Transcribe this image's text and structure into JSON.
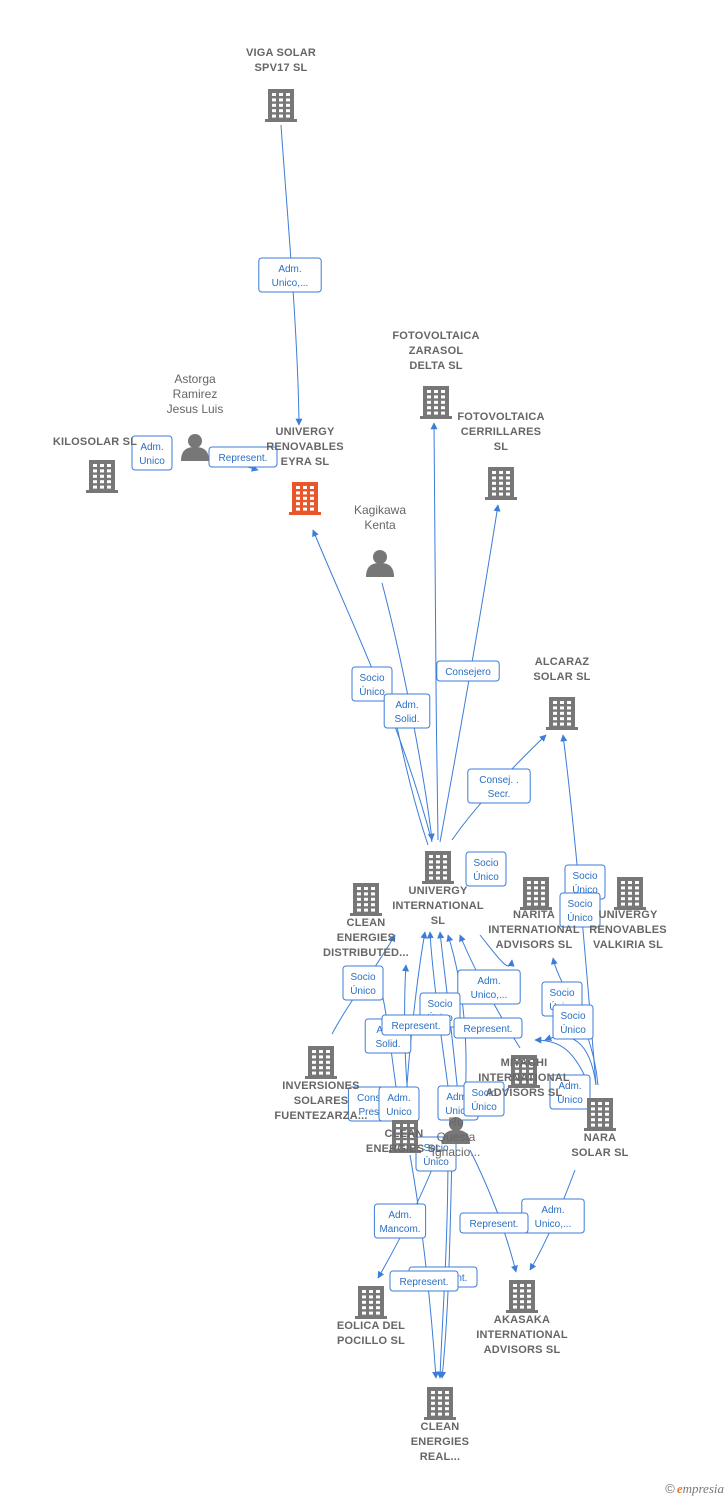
{
  "colors": {
    "edge": "#3b7dd8",
    "company": "#777777",
    "focus": "#e8562a",
    "person": "#777777"
  },
  "nodes": [
    {
      "id": "viga",
      "kind": "company",
      "label": [
        "VIGA SOLAR",
        "SPV17 SL"
      ]
    },
    {
      "id": "univergy_eyra",
      "kind": "focus",
      "label": [
        "UNIVERGY",
        "RENOVABLES",
        "EYRA SL"
      ]
    },
    {
      "id": "astorga",
      "kind": "person",
      "label": [
        "Astorga",
        "Ramirez",
        "Jesus Luis"
      ]
    },
    {
      "id": "kilosolar",
      "kind": "company",
      "label": [
        "KILOSOLAR SL"
      ]
    },
    {
      "id": "fv_zarasol",
      "kind": "company",
      "label": [
        "FOTOVOLTAICA",
        "ZARASOL",
        "DELTA SL"
      ]
    },
    {
      "id": "fv_cerrillares",
      "kind": "company",
      "label": [
        "FOTOVOLTAICA",
        "CERRILLARES",
        "SL"
      ]
    },
    {
      "id": "kagikawa",
      "kind": "person",
      "label": [
        "Kagikawa",
        "Kenta"
      ]
    },
    {
      "id": "alcaraz",
      "kind": "company",
      "label": [
        "ALCARAZ",
        "SOLAR SL"
      ]
    },
    {
      "id": "univergy_int",
      "kind": "company",
      "label": [
        "UNIVERGY",
        "INTERNATIONAL",
        "SL"
      ]
    },
    {
      "id": "clean_distributed",
      "kind": "company",
      "label": [
        "CLEAN",
        "ENERGIES",
        "DISTRIBUTED..."
      ]
    },
    {
      "id": "narita",
      "kind": "company",
      "label": [
        "NARITA",
        "INTERNATIONAL",
        "ADVISORS SL"
      ]
    },
    {
      "id": "valkiria",
      "kind": "company",
      "label": [
        "UNIVERGY",
        "RENOVABLES",
        "VALKIRIA SL"
      ]
    },
    {
      "id": "inversiones",
      "kind": "company",
      "label": [
        "INVERSIONES",
        "SOLARES",
        "FUENTEZARZA..."
      ]
    },
    {
      "id": "miyachi",
      "kind": "company",
      "label": [
        "MIYACHI",
        "INTERNATIONAL",
        "ADVISORS SL"
      ]
    },
    {
      "id": "nara",
      "kind": "company",
      "label": [
        "NARA",
        "SOLAR SL"
      ]
    },
    {
      "id": "clean_energies",
      "kind": "company",
      "label": [
        "CLEAN",
        "ENERGIES SL"
      ]
    },
    {
      "id": "questa",
      "kind": "person",
      "label": [
        "Ro",
        "Questa",
        "Ignacio..."
      ]
    },
    {
      "id": "eolica",
      "kind": "company",
      "label": [
        "EOLICA DEL",
        "POCILLO SL"
      ]
    },
    {
      "id": "akasaka",
      "kind": "company",
      "label": [
        "AKASAKA",
        "INTERNATIONAL",
        "ADVISORS SL"
      ]
    },
    {
      "id": "clean_real",
      "kind": "company",
      "label": [
        "CLEAN",
        "ENERGIES",
        "REAL..."
      ]
    }
  ],
  "edges": [
    {
      "from": "univergy_eyra",
      "to": "viga",
      "label": [
        "Adm.",
        "Unico,..."
      ]
    },
    {
      "from": "kilosolar",
      "to": "univergy_eyra",
      "label": [
        "Adm.",
        "Unico"
      ]
    },
    {
      "from": "astorga",
      "to": "univergy_eyra",
      "label": [
        "Represent."
      ]
    },
    {
      "from": "univergy_int",
      "to": "univergy_eyra",
      "label": [
        "Socio",
        "Único"
      ]
    },
    {
      "from": "univergy_int",
      "to": "univergy_eyra",
      "label": [
        "Adm.",
        "Solid."
      ]
    },
    {
      "from": "kagikawa",
      "to": "univergy_int",
      "label": []
    },
    {
      "from": "univergy_int",
      "to": "fv_zarasol",
      "label": [
        "Consejero"
      ]
    },
    {
      "from": "univergy_int",
      "to": "fv_cerrillares",
      "label": [
        "Consej. .",
        "Secr."
      ]
    },
    {
      "from": "univergy_int",
      "to": "alcaraz",
      "label": [
        "Socio",
        "Único"
      ]
    },
    {
      "from": "nara",
      "to": "alcaraz",
      "label": [
        "Socio",
        "Único"
      ]
    },
    {
      "from": "univergy_int",
      "to": "univergy_int",
      "label": [
        "Socio",
        "Único"
      ]
    },
    {
      "from": "nara",
      "to": "narita",
      "label": [
        "Adm.",
        "Unico,..."
      ]
    },
    {
      "from": "univergy_int",
      "to": "narita",
      "label": [
        "Socio",
        "Único"
      ]
    },
    {
      "from": "nara",
      "to": "miyachi",
      "label": [
        "Socio",
        "Único"
      ]
    },
    {
      "from": "nara",
      "to": "miyachi",
      "label": [
        "Socio",
        "Único"
      ]
    },
    {
      "from": "inversiones",
      "to": "clean_distributed",
      "label": [
        "Adm.",
        "Solid."
      ]
    },
    {
      "from": "clean_energies",
      "to": "univergy_int",
      "label": [
        "Socio",
        "Único"
      ]
    },
    {
      "from": "questa",
      "to": "univergy_int",
      "label": [
        "Represent."
      ]
    },
    {
      "from": "questa",
      "to": "univergy_int",
      "label": [
        "Represent."
      ]
    },
    {
      "from": "miyachi",
      "to": "univergy_int",
      "label": [
        "Consej.",
        "Presid."
      ]
    },
    {
      "from": "clean_energies",
      "to": "univergy_int",
      "label": [
        "Adm.",
        "Unico"
      ]
    },
    {
      "from": "clean_energies",
      "to": "univergy_int",
      "label": [
        "Adm.",
        "Unico"
      ]
    },
    {
      "from": "questa",
      "to": "univergy_int",
      "label": [
        "Socio",
        "Único"
      ]
    },
    {
      "from": "questa",
      "to": "miyachi",
      "label": [
        "Adm.",
        "Unico,..."
      ]
    },
    {
      "from": "nara",
      "to": "akasaka",
      "label": [
        "Socio",
        "Único"
      ]
    },
    {
      "from": "questa",
      "to": "clean_real",
      "label": [
        "Adm.",
        "Mancom."
      ]
    },
    {
      "from": "questa",
      "to": "eolica",
      "label": [
        "Represent."
      ]
    },
    {
      "from": "questa",
      "to": "akasaka",
      "label": [
        "Represent."
      ]
    },
    {
      "from": "questa",
      "to": "clean_real",
      "label": [
        "Represent."
      ]
    },
    {
      "from": "clean_energies",
      "to": "clean_real",
      "label": [
        "Adm.",
        "Unico"
      ]
    }
  ],
  "brand": {
    "copyright": "©",
    "name_first": "e",
    "name_rest": "mpresia"
  }
}
